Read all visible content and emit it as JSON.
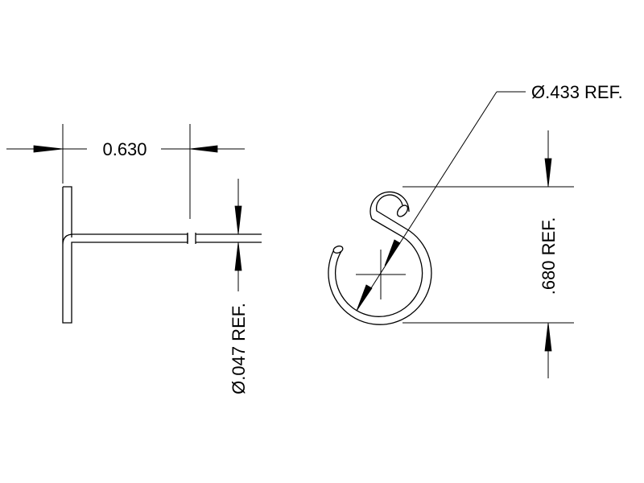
{
  "drawing": {
    "side_view": {
      "length_dim": "0.630",
      "wire_diameter_dim": "Ø.047 REF."
    },
    "front_view": {
      "hook_diameter_dim": "Ø.433 REF.",
      "height_dim": ".680 REF."
    },
    "line_color": "#000000",
    "background_color": "#ffffff"
  }
}
